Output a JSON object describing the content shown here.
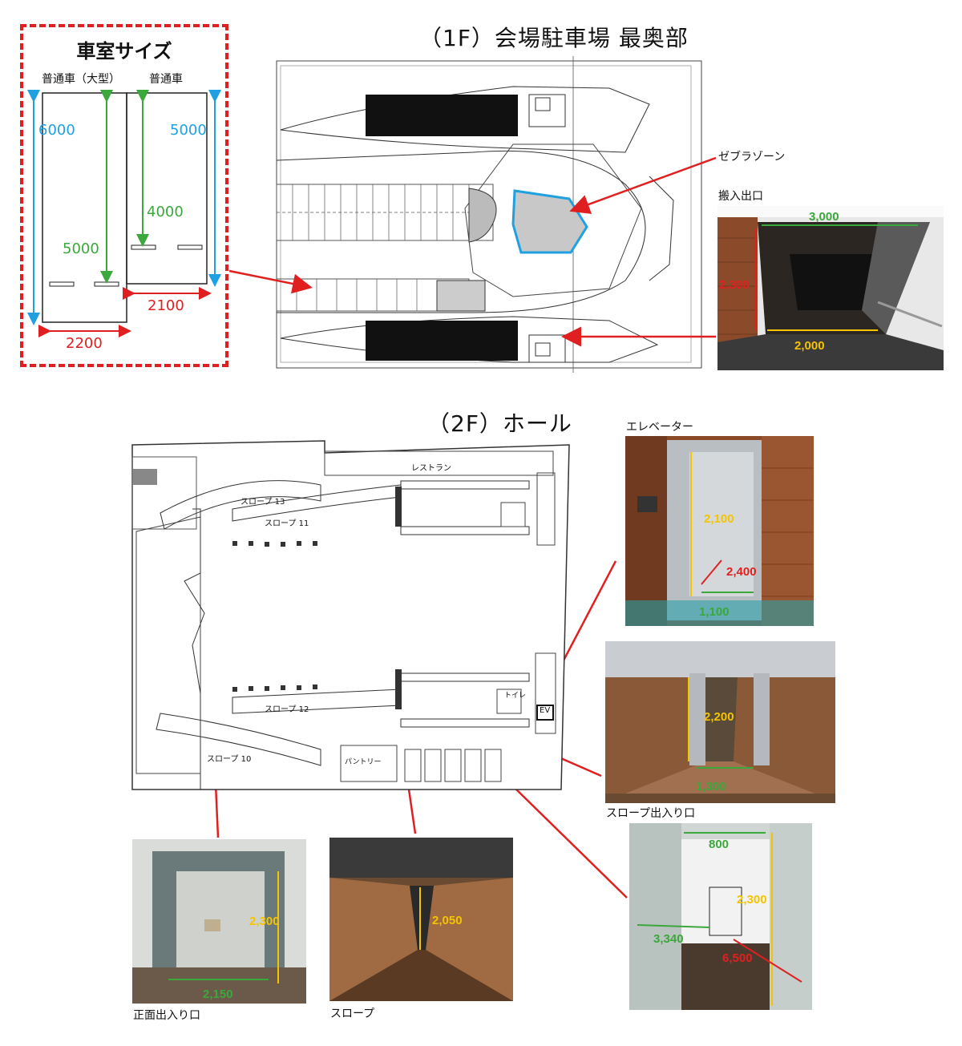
{
  "section_1f": {
    "title": "（1F）会場駐車場 最奥部",
    "zebra_zone_label": "ゼブラゾーン",
    "loading_entrance_label": "搬入出口",
    "loading_dims": {
      "width_top": "3,000",
      "height": "2,300",
      "width_bottom": "2,000"
    }
  },
  "cabin_size": {
    "heading": "車室サイズ",
    "large_label": "普通車（大型）",
    "normal_label": "普通車",
    "large_length": "6000",
    "large_inner": "5000",
    "large_width": "2200",
    "normal_length": "5000",
    "normal_inner": "4000",
    "normal_width": "2100"
  },
  "section_2f": {
    "title": "（2F）ホール",
    "plan_labels": {
      "restaurant": "レストラン",
      "slope13": "スロープ 13",
      "slope11": "スロープ 11",
      "slope12": "スロープ 12",
      "slope10": "スロープ 10",
      "ev": "EV",
      "pantry": "パントリー",
      "toilet": "トイレ"
    },
    "photos": {
      "elevator": {
        "caption": "エレベーター",
        "h": "2,100",
        "d": "2,400",
        "w": "1,100"
      },
      "slope_entrance": {
        "caption": "スロープ出入り口",
        "h": "2,200",
        "w": "1,300"
      },
      "front_entrance": {
        "caption": "正面出入り口",
        "h": "2,300",
        "w": "2,150"
      },
      "slope": {
        "caption": "スロープ",
        "h": "2,050"
      },
      "side_door": {
        "w": "800",
        "h": "2,300",
        "d1": "3,340",
        "d2": "6,500"
      }
    }
  },
  "colors": {
    "red": "#e02020",
    "blue": "#1fa0e0",
    "green": "#3aa83a",
    "yellow": "#f5c400"
  }
}
